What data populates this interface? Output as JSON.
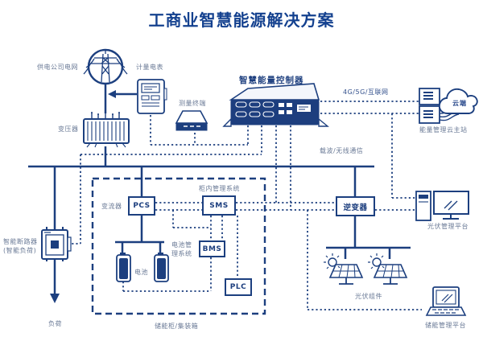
{
  "title": "工商业智慧能源解决方案",
  "colors": {
    "line_navy": "#1c3f7f",
    "text_navy": "#1c3e7e",
    "label_gray_blue": "#6a7a96",
    "title_blue": "#14418f"
  },
  "labels": {
    "grid": "供电公司电网",
    "meter": "计量电表",
    "transformer": "变压器",
    "terminal": "测量终端",
    "controller": "智慧能量控制器",
    "network": "4G/5G/互联网",
    "cloud": "云端",
    "cloud_host": "能量管理云主站",
    "comm": "载波/无线通信",
    "breaker_line1": "智能断路器",
    "breaker_line2": "(智能负荷)",
    "load": "负荷",
    "converter": "变流器",
    "cabinet_mgmt": "柜内管理系统",
    "battery_mgmt_line1": "电池管",
    "battery_mgmt_line2": "理系统",
    "battery": "电池",
    "storage_box": "储能柜/集装箱",
    "pv_platform": "光伏管理平台",
    "pv_modules": "光伏组件",
    "storage_platform": "储能管理平台"
  },
  "boxes": {
    "pcs": "PCS",
    "sms": "SMS",
    "bms": "BMS",
    "plc": "PLC",
    "inverter": "逆变器"
  }
}
